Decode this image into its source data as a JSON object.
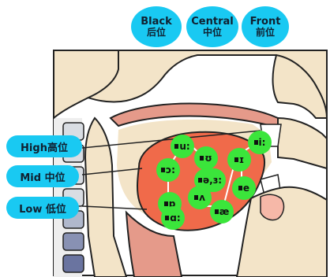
{
  "columns": [
    {
      "en": "Black",
      "zh": "后位"
    },
    {
      "en": "Central",
      "zh": "中位"
    },
    {
      "en": "Front",
      "zh": "前位"
    }
  ],
  "rows": [
    {
      "label": "High高位"
    },
    {
      "label": "Mid 中位"
    },
    {
      "label": "Low 低位"
    }
  ],
  "vowels": [
    {
      "symbol": "u:"
    },
    {
      "symbol": "i:"
    },
    {
      "symbol": "ʊ"
    },
    {
      "symbol": "ɪ"
    },
    {
      "symbol": "ɔ:"
    },
    {
      "symbol": "ə,ɜ:"
    },
    {
      "symbol": "e"
    },
    {
      "symbol": "ɒ"
    },
    {
      "symbol": "ʌ"
    },
    {
      "symbol": "æ"
    },
    {
      "symbol": "ɑ:"
    }
  ],
  "colors": {
    "label_fill": "#19c9f2",
    "vowel_fill": "#3be53b",
    "tongue_fill": "#f06a4a",
    "skin_fill": "#f3e4c8"
  }
}
